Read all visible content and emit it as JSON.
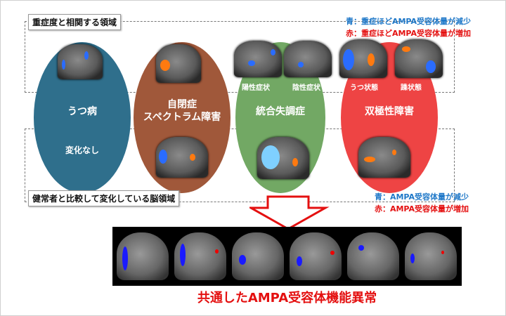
{
  "top_box": {
    "label": "重症度と相関する領域"
  },
  "bottom_box": {
    "label": "健常者と比較して変化している脳領域"
  },
  "legend_top": {
    "blue": "青：重症ほどAMPA受容体量が減少",
    "red": "赤：重症ほどAMPA受容体量が増加"
  },
  "legend_bottom": {
    "blue": "青：AMPA受容体量が減少",
    "red": "赤：AMPA受容体量が増加"
  },
  "disorders": [
    {
      "name": "うつ病",
      "note": "変化なし",
      "color": "#2f6f8c"
    },
    {
      "name_line1": "自閉症",
      "name_line2": "スペクトラム障害",
      "color": "#a0583a"
    },
    {
      "name": "統合失調症",
      "sub1": "陽性症状",
      "sub2": "陰性症状",
      "color": "#72a864"
    },
    {
      "name": "双極性障害",
      "sub1": "うつ状態",
      "sub2": "躁状態",
      "color": "#ee4444"
    }
  ],
  "conclusion": "共通したAMPA受容体機能異常",
  "colors": {
    "blue_text": "#1f78c8",
    "red_text": "#e41010",
    "arrow": "#e41010"
  }
}
